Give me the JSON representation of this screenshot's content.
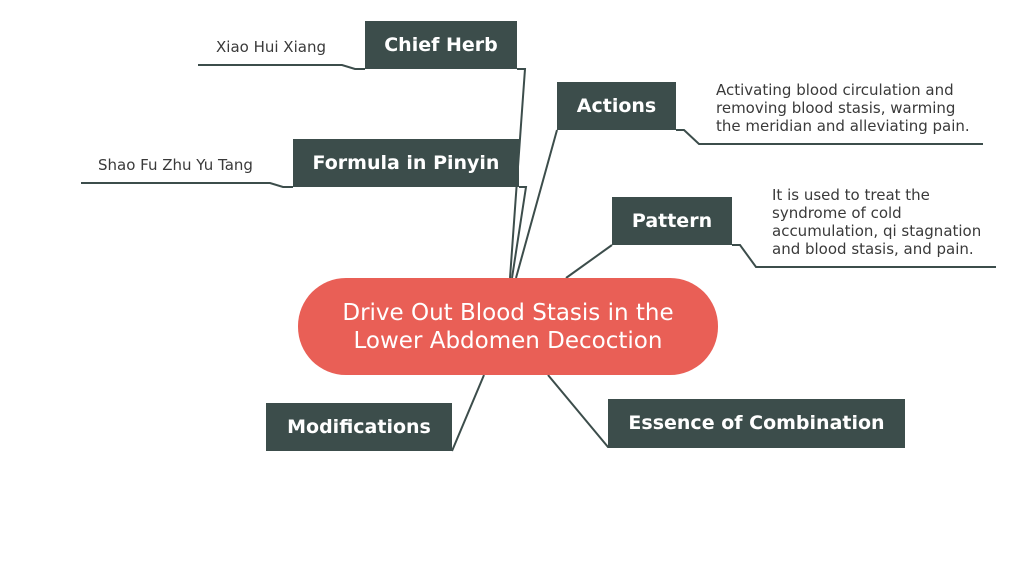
{
  "central": {
    "line1": "Drive Out Blood Stasis in the",
    "line2": "Lower Abdomen Decoction"
  },
  "topics": {
    "chief_herb": {
      "label": "Chief Herb",
      "detail": [
        "Xiao Hui Xiang"
      ]
    },
    "formula_pinyin": {
      "label": "Formula in Pinyin",
      "detail": [
        "Shao Fu Zhu Yu Tang"
      ]
    },
    "actions": {
      "label": "Actions",
      "detail": [
        "Activating blood circulation and",
        "removing blood stasis, warming",
        "the meridian and alleviating pain."
      ]
    },
    "pattern": {
      "label": "Pattern",
      "detail": [
        "It is used to treat the",
        "syndrome of cold",
        "accumulation, qi stagnation",
        "and blood stasis, and pain."
      ]
    },
    "modifications": {
      "label": "Modifications"
    },
    "essence": {
      "label": "Essence of Combination"
    }
  },
  "colors": {
    "central": "#e95f56",
    "topic": "#3c4d4b",
    "line": "#3c4d4b"
  }
}
